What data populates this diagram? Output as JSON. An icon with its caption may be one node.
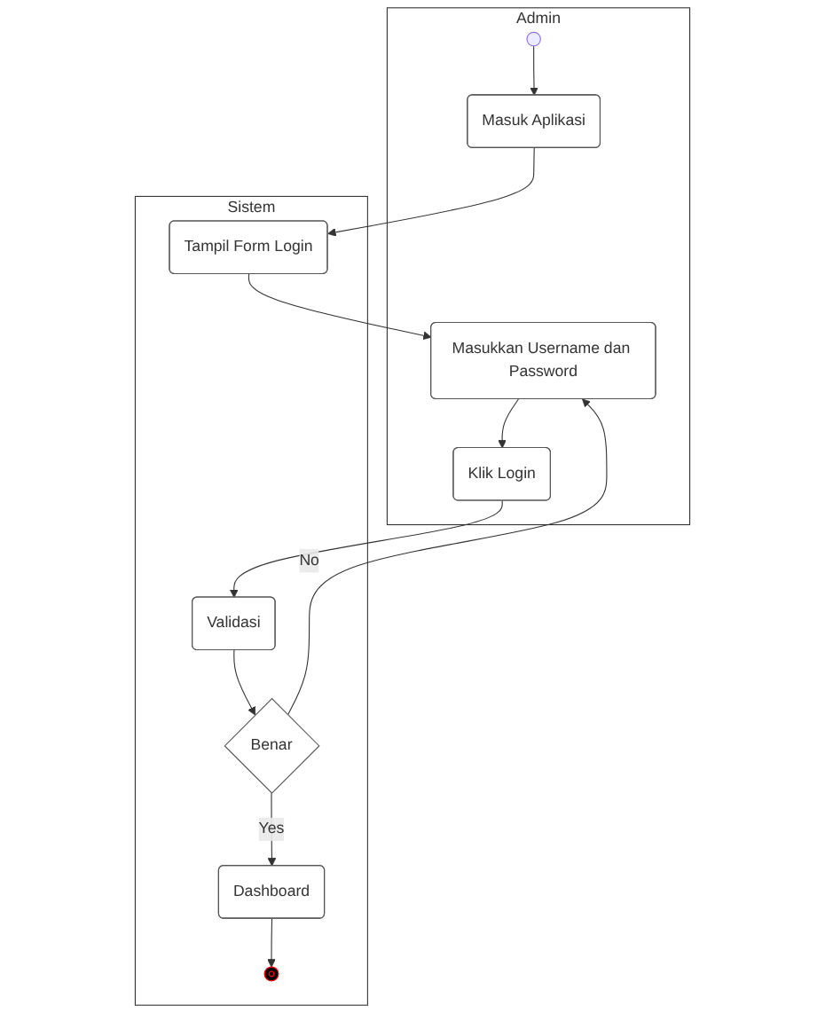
{
  "diagram": {
    "nodes": [
      {
        "text": [
          "Admin"
        ]
      },
      {
        "text": [
          "Sistem"
        ]
      },
      {
        "text": [],
        "shape": "circle",
        "in": 0
      },
      {
        "text": [
          "Masuk Aplikasi"
        ],
        "in": 0
      },
      {
        "text": [
          "Tampil Form Login"
        ],
        "in": 1
      },
      {
        "text": [
          "Masukkan Username dan Password"
        ],
        "in": 0
      },
      {
        "text": [
          "Klik Login"
        ],
        "in": 0
      },
      {
        "text": [
          "Validasi"
        ],
        "in": 1
      },
      {
        "text": [
          "Benar"
        ],
        "in": 1
      },
      {
        "text": [
          "Dashboard"
        ],
        "in": 1
      },
      {
        "text": [],
        "shape": "circle",
        "in": 1
      }
    ],
    "edges": [
      {
        "from": 2,
        "to": 3,
        "arrow": "to"
      },
      {
        "from": 3,
        "to": 4,
        "arrow": "to"
      },
      {
        "from": 4,
        "to": 5,
        "arrow": "to"
      },
      {
        "from": 5,
        "to": 6,
        "arrow": "to"
      },
      {
        "from": 6,
        "to": 7,
        "arrow": "to"
      },
      {
        "from": 7,
        "to": 8,
        "arrow": "to"
      },
      {
        "from": 8,
        "to": 5,
        "label": "No",
        "arrow": "to"
      },
      {
        "from": 8,
        "to": 9,
        "label": "Yes",
        "arrow": "to"
      },
      {
        "from": 9,
        "to": 10,
        "arrow": "to"
      }
    ]
  }
}
